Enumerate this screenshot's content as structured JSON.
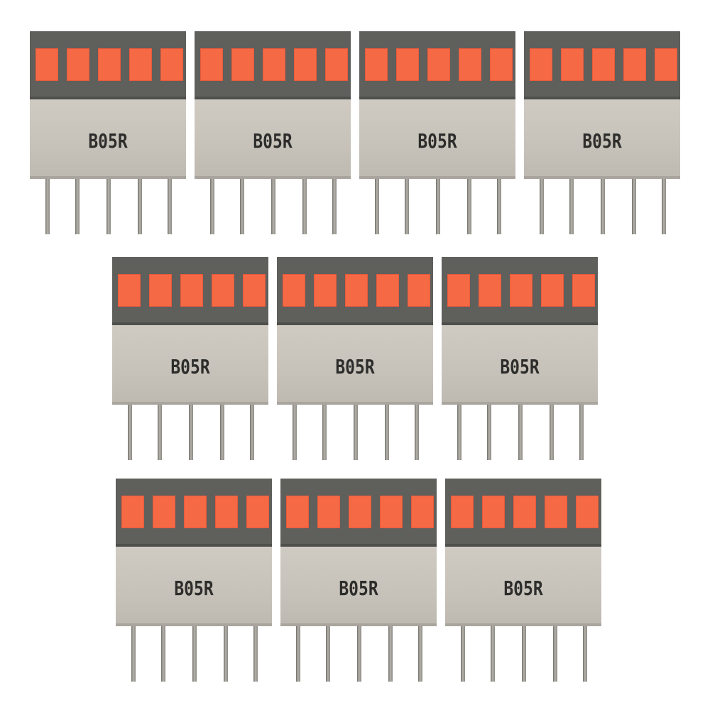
{
  "product": {
    "part_marking": "B05R",
    "segments_per_module": 5,
    "pins_per_module": 5,
    "module_count": 10,
    "colors": {
      "segment": "#f56a45",
      "top_housing": "#5f5f5c",
      "body": "#c8c4bc",
      "pin": "#9a9892",
      "background": "#ffffff"
    }
  },
  "rows": [
    {
      "modules": [
        {
          "marking": "B05R"
        },
        {
          "marking": "B05R"
        },
        {
          "marking": "B05R"
        },
        {
          "marking": "B05R"
        }
      ]
    },
    {
      "modules": [
        {
          "marking": "B05R"
        },
        {
          "marking": "B05R"
        },
        {
          "marking": "B05R"
        }
      ]
    },
    {
      "modules": [
        {
          "marking": "B05R"
        },
        {
          "marking": "B05R"
        },
        {
          "marking": "B05R"
        }
      ]
    }
  ]
}
